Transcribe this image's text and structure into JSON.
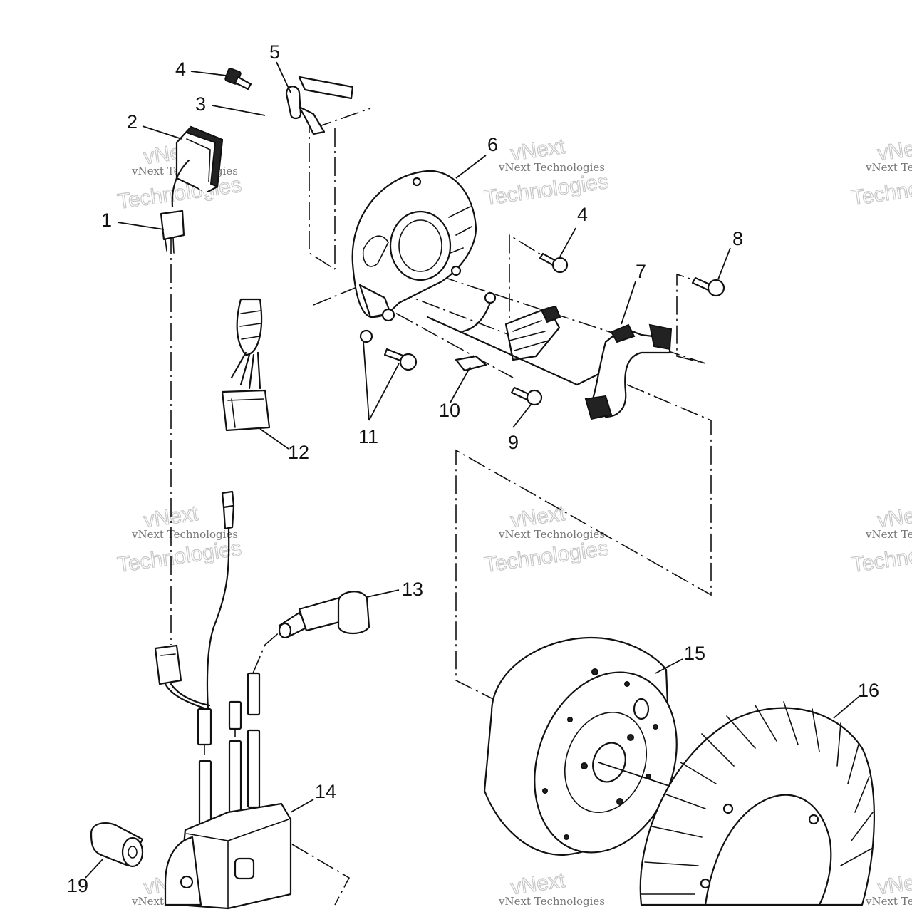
{
  "callouts": [
    {
      "id": "c1",
      "label": "1"
    },
    {
      "id": "c2",
      "label": "2"
    },
    {
      "id": "c3",
      "label": "3"
    },
    {
      "id": "c4a",
      "label": "4"
    },
    {
      "id": "c5",
      "label": "5"
    },
    {
      "id": "c6",
      "label": "6"
    },
    {
      "id": "c4b",
      "label": "4"
    },
    {
      "id": "c7",
      "label": "7"
    },
    {
      "id": "c8",
      "label": "8"
    },
    {
      "id": "c9",
      "label": "9"
    },
    {
      "id": "c10",
      "label": "10"
    },
    {
      "id": "c11",
      "label": "11"
    },
    {
      "id": "c12",
      "label": "12"
    },
    {
      "id": "c13",
      "label": "13"
    },
    {
      "id": "c14",
      "label": "14"
    },
    {
      "id": "c15",
      "label": "15"
    },
    {
      "id": "c16",
      "label": "16"
    },
    {
      "id": "c19",
      "label": "19"
    }
  ],
  "watermark": {
    "line1": "vNext",
    "line2": "vNext Technologies",
    "line3": "Technologies"
  }
}
